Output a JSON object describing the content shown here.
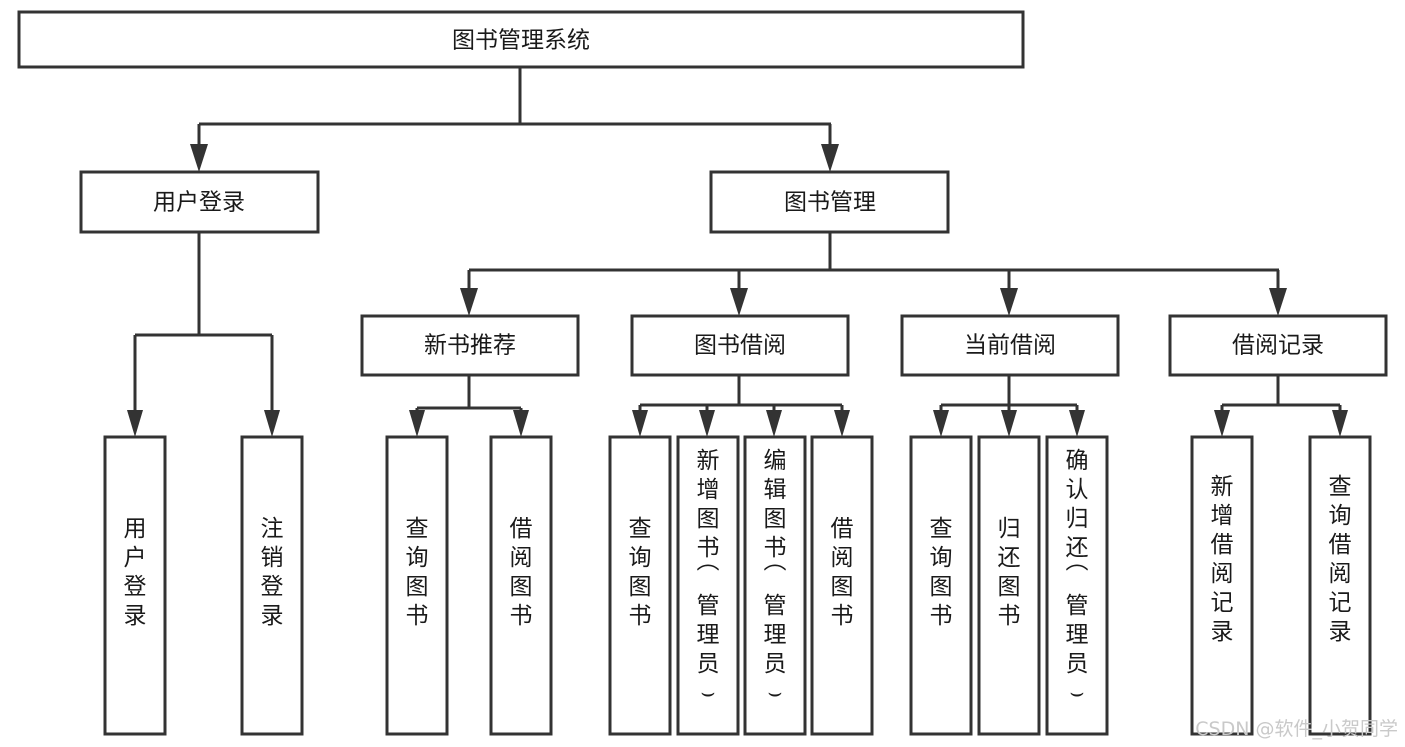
{
  "diagram": {
    "title": "图书管理系统",
    "type": "hierarchy-tree",
    "orientation": "top-down",
    "colors": {
      "box_fill": "#ffffff",
      "box_stroke": "#333333",
      "text": "#1a1a1a",
      "connector": "#333333",
      "watermark": "#c9c9c9",
      "background": "#ffffff"
    }
  },
  "root": {
    "label": "图书管理系统"
  },
  "level2": [
    {
      "label": "用户登录"
    },
    {
      "label": "图书管理"
    }
  ],
  "level3": [
    {
      "label": "新书推荐"
    },
    {
      "label": "图书借阅"
    },
    {
      "label": "当前借阅"
    },
    {
      "label": "借阅记录"
    }
  ],
  "leaves": {
    "user_login": [
      {
        "label": "用户登录"
      },
      {
        "label": "注销登录"
      }
    ],
    "new_book_recommend": [
      {
        "label": "查询图书"
      },
      {
        "label": "借阅图书"
      }
    ],
    "book_borrow": [
      {
        "label": "查询图书"
      },
      {
        "label": "新增图书（管理员）"
      },
      {
        "label": "编辑图书（管理员）"
      },
      {
        "label": "借阅图书"
      }
    ],
    "current_borrow": [
      {
        "label": "查询图书"
      },
      {
        "label": "归还图书"
      },
      {
        "label": "确认归还（管理员）"
      }
    ],
    "borrow_records": [
      {
        "label": "新增借阅记录"
      },
      {
        "label": "查询借阅记录"
      }
    ]
  },
  "watermark": {
    "text": "CSDN @软件_小贺同学"
  }
}
